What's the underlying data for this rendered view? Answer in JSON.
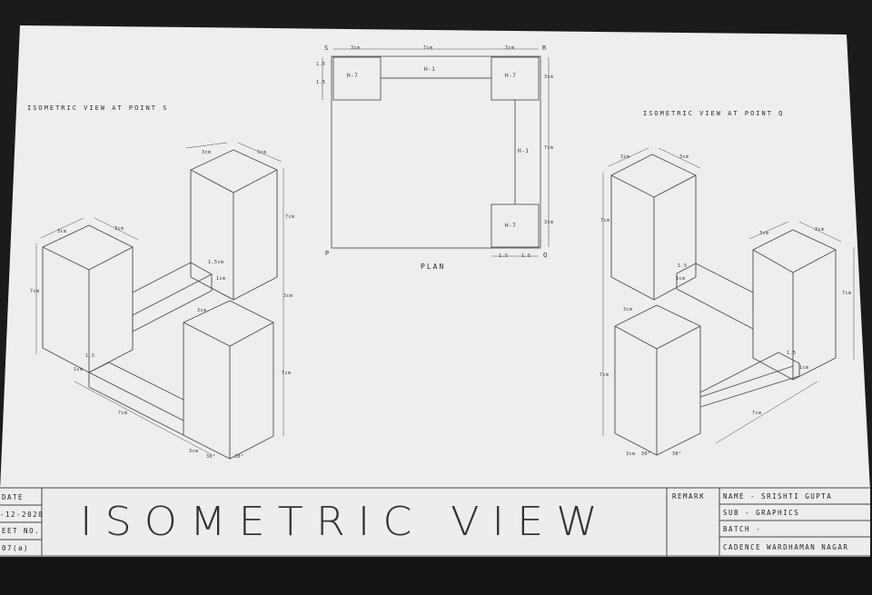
{
  "drawing": {
    "left_view_label": "ISOMETRIC VIEW AT POINT S",
    "right_view_label": "ISOMETRIC VIEW AT POINT Q",
    "plan_label": "PLAN",
    "colors": {
      "paper": "#ecefec",
      "ink": "#4a4a4a",
      "background": "#1c1b1b"
    }
  },
  "plan": {
    "points": {
      "s": "S",
      "r": "R",
      "p": "P",
      "q": "Q"
    },
    "labels": [
      "H-7",
      "H-1",
      "H-7",
      "H-1",
      "H-7"
    ],
    "dims": {
      "top_left": "3cm",
      "top_middle": "7cm",
      "top_right": "3cm",
      "left_a": "1.5",
      "left_b": "1.5",
      "right_a": "3cm",
      "right_b": "7cm",
      "right_c": "3cm",
      "bottom_a": "1.5",
      "bottom_b": "1.5"
    }
  },
  "iso_left": {
    "dims": [
      "3cm",
      "3cm",
      "7cm",
      "3cm",
      "7cm",
      "3cm",
      "3cm",
      "7cm",
      "1.5cm",
      "1cm",
      "3cm",
      "1.5",
      "1cm",
      "7cm",
      "3cm",
      "30°",
      "30°"
    ]
  },
  "iso_right": {
    "dims": [
      "3cm",
      "3cm",
      "7cm",
      "3cm",
      "3cm",
      "7cm",
      "1.5",
      "1cm",
      "3cm",
      "7cm",
      "1.5",
      "1cm",
      "7cm",
      "3cm",
      "30°",
      "30°"
    ]
  },
  "title_block": {
    "date_label": "DATE",
    "date_value": "-12-2020",
    "sheet_label": "EET NO.",
    "sheet_value": "07(a)",
    "title": "ISOMETRIC VIEW",
    "remark_label": "REMARK",
    "name": "NAME - SRISHTI GUPTA",
    "subject": "SUB - GRAPHICS",
    "batch": "BATCH -",
    "institute": "CADENCE WARDHAMAN NAGAR"
  }
}
